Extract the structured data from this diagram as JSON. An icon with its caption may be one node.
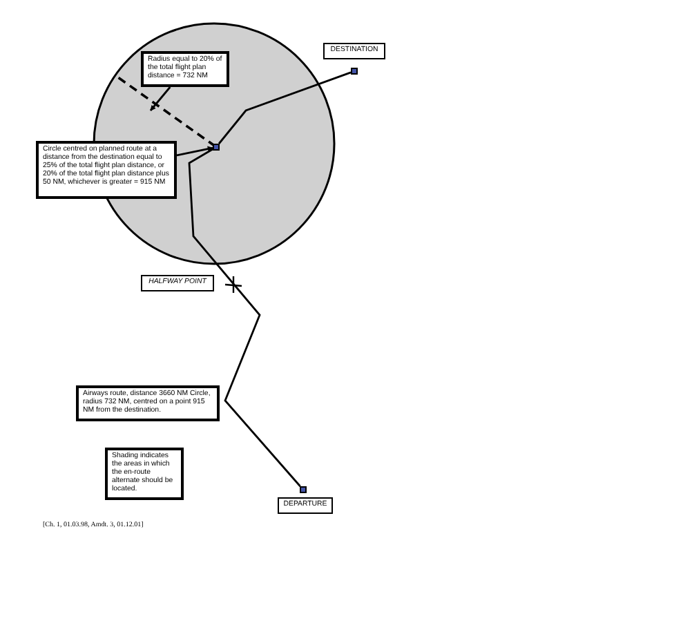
{
  "diagram": {
    "nodes": [
      {
        "text": [
          "DESTINATION"
        ]
      },
      {
        "text": [],
        "shape": "box"
      },
      {
        "text": [
          "Radius equal to 20% of the total flight plan distance = 732 NM"
        ]
      },
      {
        "text": [
          "Circle centred on planned route at a distance from the destination equal to 25% of the total flight plan distance, or 20% of the total flight plan distance plus 50 NM, whichever is greater = 915 NM"
        ]
      },
      {
        "text": [],
        "shape": "box"
      },
      {
        "text": [
          "HALFWAY POINT"
        ]
      },
      {
        "text": [
          "Airways route, distance 3660 NM Circle, radius 732 NM, centred on a point 915 NM from the destination."
        ]
      },
      {
        "text": [
          "Shading indicates the areas in which the en-route alternate should be located."
        ]
      },
      {
        "text": [],
        "shape": "box"
      },
      {
        "text": [
          "DEPARTURE"
        ]
      }
    ],
    "edges": [
      {
        "from": 8,
        "to": 4,
        "arrow": "none"
      },
      {
        "from": 4,
        "to": 1,
        "arrow": "none"
      },
      {
        "from": 3,
        "to": 4,
        "arrow": "to"
      },
      {
        "from": 2,
        "to": null,
        "arrow": "to"
      }
    ],
    "labels": [
      "[Ch. 1, 01.03.98, Amdt. 3, 01.12.01]"
    ]
  }
}
